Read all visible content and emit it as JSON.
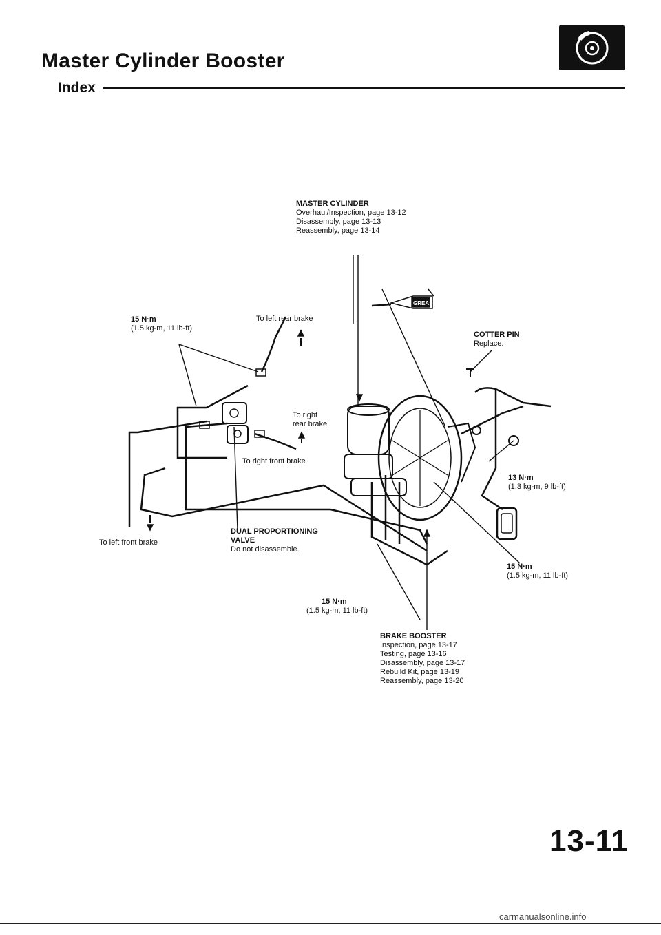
{
  "header": {
    "title": "Master Cylinder Booster",
    "subtitle": "Index",
    "icon": "brake-disc-section-icon"
  },
  "callouts": {
    "master_cylinder": {
      "name": "MASTER CYLINDER",
      "lines": [
        "Overhaul/Inspection, page 13-12",
        "Disassembly, page 13-13",
        "Reassembly, page 13-14"
      ]
    },
    "grease": "GREASE",
    "torque_tl": {
      "value": "15 N·m",
      "detail": "(1.5 kg-m, 11 lb-ft)"
    },
    "to_left_rear": "To left rear brake",
    "cotter_pin": {
      "name": "COTTER PIN",
      "note": "Replace."
    },
    "to_right_rear": [
      "To right",
      "rear brake"
    ],
    "to_right_front": "To right front brake",
    "torque_r": {
      "value": "13 N·m",
      "detail": "(1.3 kg-m, 9 lb-ft)"
    },
    "to_left_front": "To left front brake",
    "dual_valve": {
      "name": [
        "DUAL PROPORTIONING",
        "VALVE"
      ],
      "note": "Do not disassemble."
    },
    "torque_br": {
      "value": "15 N·m",
      "detail": "(1.5 kg-m, 11 lb-ft)"
    },
    "torque_bc": {
      "value": "15 N·m",
      "detail": "(1.5 kg-m, 11 lb-ft)"
    },
    "brake_booster": {
      "name": "BRAKE BOOSTER",
      "lines": [
        "Inspection, page 13-17",
        "Testing, page 13-16",
        "Disassembly, page 13-17",
        "Rebuild Kit, page 13-19",
        "Reassembly, page 13-20"
      ]
    }
  },
  "footer": {
    "page_number": "13-11",
    "watermark": "carmanualsonline.info"
  }
}
